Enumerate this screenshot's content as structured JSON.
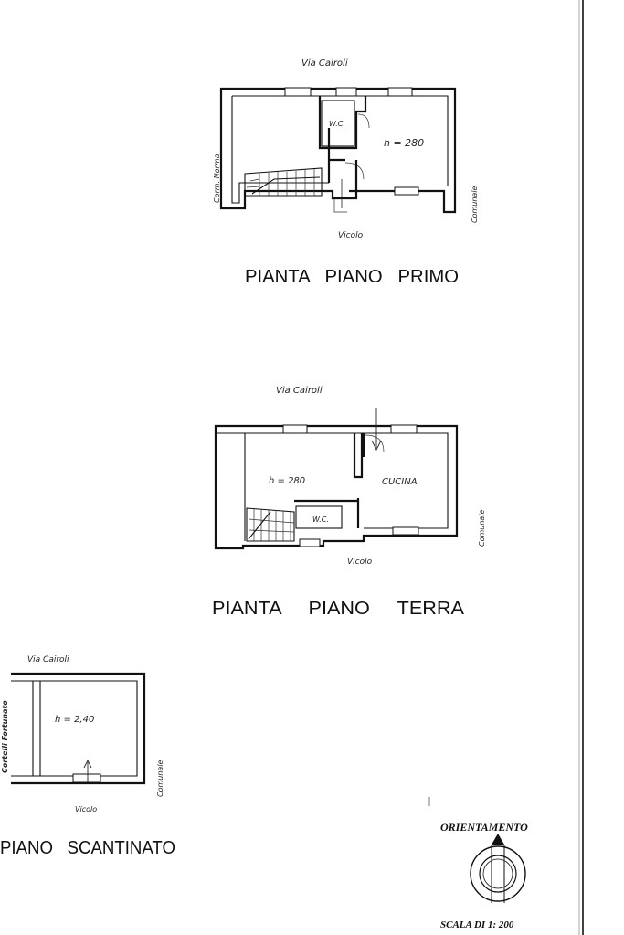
{
  "plans": {
    "primo": {
      "title": "PIANTA   PIANO   PRIMO",
      "street_top": "Via Cairoli",
      "street_bottom": "Vicolo",
      "side_left": "Corm. Norma",
      "side_right": "Comunale",
      "wc": "W.C.",
      "height": "h = 280"
    },
    "terra": {
      "title": "PIANTA     PIANO     TERRA",
      "street_top": "Via Cairoli",
      "street_bottom": "Vicolo",
      "side_right": "Comunale",
      "wc": "W.C.",
      "height": "h = 280",
      "kitchen": "CUCINA"
    },
    "scantinato": {
      "title": "PIANO   SCANTINATO",
      "street_top": "Via Cairoli",
      "street_bottom": "Vicolo",
      "side_left": "Cortelli Fortunato",
      "side_right": "Comunale",
      "height": "h = 2,40"
    }
  },
  "orientation_label": "ORIENTAMENTO",
  "scale_label": "SCALA DI 1: 200"
}
